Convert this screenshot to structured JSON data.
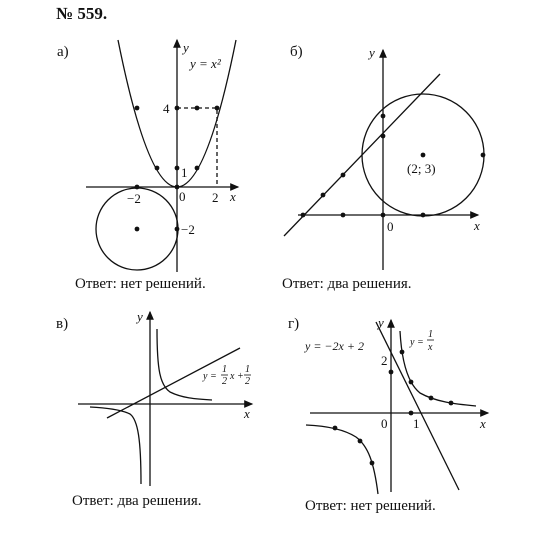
{
  "title": "№ 559.",
  "panels": {
    "a": {
      "label": "а)",
      "answer": "Ответ: нет решений.",
      "axis_x": "x",
      "axis_y": "y",
      "curve_label": "y = x²",
      "ticks": {
        "four": "4",
        "one": "1",
        "zero": "0",
        "two": "2",
        "minus_two_x": "−2",
        "minus_two_y": "−2"
      },
      "circle": {
        "center": [
          -2,
          -2
        ],
        "radius": 2
      },
      "parabola": "y = x^2"
    },
    "b": {
      "label": "б)",
      "answer": "Ответ: два решения.",
      "axis_x": "x",
      "axis_y": "y",
      "center_label": "(2; 3)",
      "zero": "0",
      "circle": {
        "center": [
          2,
          3
        ],
        "radius": 3
      }
    },
    "v": {
      "label": "в)",
      "answer": "Ответ: два решения.",
      "axis_x": "x",
      "axis_y": "y",
      "line_label_prefix": "y =",
      "line_label_num": "1",
      "line_label_den": "2",
      "line_label_mid": "x +",
      "line_label_num2": "1",
      "line_label_den2": "2"
    },
    "g": {
      "label": "г)",
      "answer": "Ответ: нет решений.",
      "axis_x": "x",
      "axis_y": "y",
      "line_label": "y = −2x + 2",
      "hyp_label_prefix": "y =",
      "hyp_label_num": "1",
      "hyp_label_den": "x",
      "ticks": {
        "two": "2",
        "zero": "0",
        "one": "1"
      }
    }
  }
}
